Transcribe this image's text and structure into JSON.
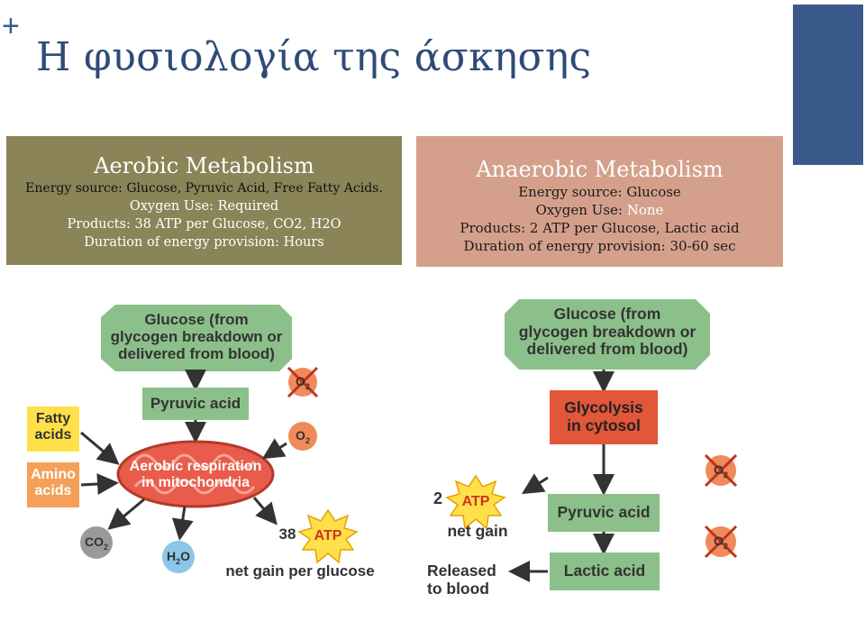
{
  "slide": {
    "plus": "+",
    "title": "Η φυσιολογία της άσκησης"
  },
  "colors": {
    "title": "#2f4a78",
    "corner": "#3b5a8c",
    "aerobic_box": "#8a8458",
    "anaerobic_box": "#d4a08c",
    "green_node": "#8cc08a",
    "orange_node": "#f4a05a",
    "red_node": "#e2563a",
    "yellow_node": "#ffe04a",
    "mito": "#e95b4a"
  },
  "aerobic": {
    "heading": "Aerobic Metabolism",
    "energy_source": "Energy source: Glucose, Pyruvic Acid, Free Fatty Acids.",
    "oxygen_label": "Oxygen Use: ",
    "oxygen_value": "Required",
    "products": "Products: 38 ATP per Glucose, CO2, H2O",
    "duration": "Duration of energy provision: Hours"
  },
  "anaerobic": {
    "heading": "Anaerobic Metabolism",
    "energy_source": "Energy source: Glucose",
    "oxygen_label": "Oxygen Use: ",
    "oxygen_value": "None",
    "products": "Products: 2 ATP per Glucose, Lactic acid",
    "duration": "Duration of energy provision: 30-60 sec"
  },
  "aerobic_diagram": {
    "glucose": [
      "Glucose (from",
      "glycogen breakdown or",
      "delivered from blood)"
    ],
    "pyruvic": "Pyruvic acid",
    "fatty": [
      "Fatty",
      "acids"
    ],
    "amino": [
      "Amino",
      "acids"
    ],
    "mito": [
      "Aerobic respiration",
      "in mitochondria"
    ],
    "o2": "O",
    "o2_sub": "2",
    "co2": "CO",
    "co2_sub": "2",
    "h2o_h": "H",
    "h2o_sub": "2",
    "h2o_o": "O",
    "atp_count": "38",
    "atp": "ATP",
    "net_gain": "net gain per glucose"
  },
  "anaerobic_diagram": {
    "glucose": [
      "Glucose (from",
      "glycogen breakdown or",
      "delivered from blood)"
    ],
    "glycolysis": [
      "Glycolysis",
      "in cytosol"
    ],
    "pyruvic": "Pyruvic acid",
    "lactic": "Lactic acid",
    "atp_count": "2",
    "atp": "ATP",
    "net_gain": "net gain",
    "released": [
      "Released",
      "to blood"
    ],
    "o2": "O",
    "o2_sub": "2"
  }
}
